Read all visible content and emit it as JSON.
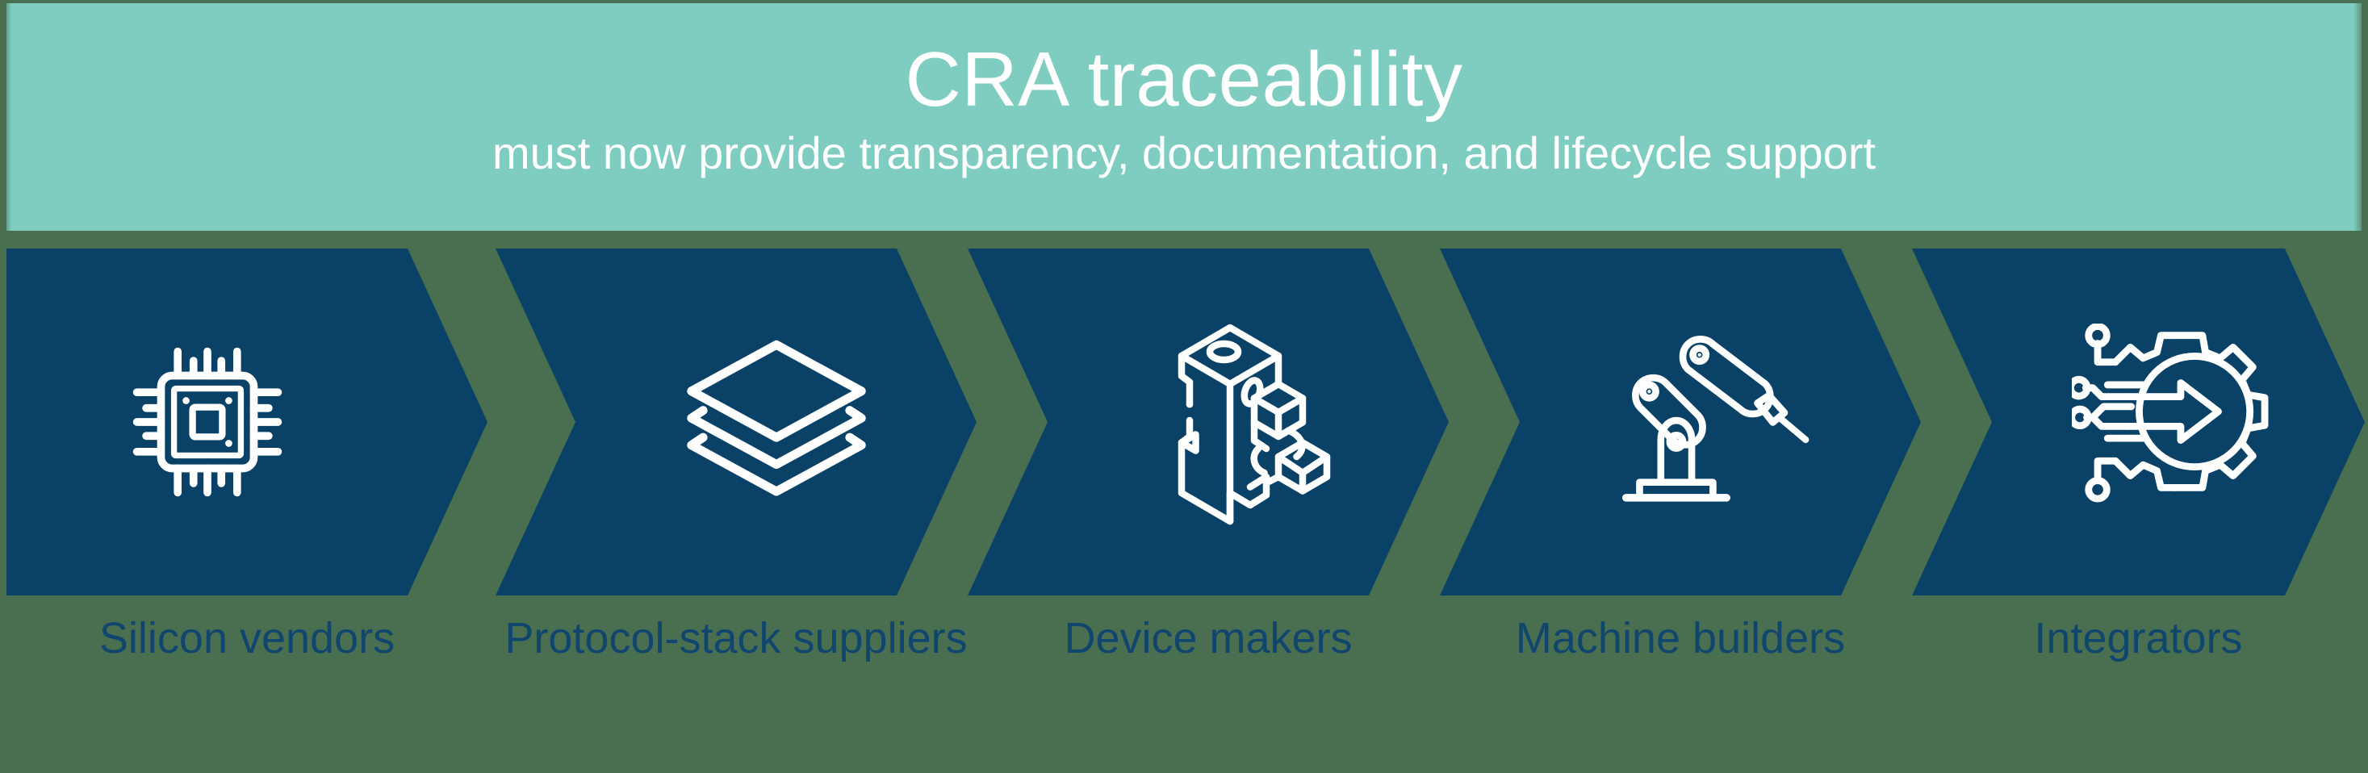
{
  "header": {
    "title": "CRA traceability",
    "subtitle": "must now provide transparency, documentation, and lifecycle support"
  },
  "colors": {
    "background_green": "#4a6f50",
    "banner_teal": "#7ecdc0",
    "chevron_navy": "#0a4166",
    "icon_white": "#ffffff",
    "label_navy": "#10456e"
  },
  "flow": {
    "stages": [
      {
        "label": "Silicon vendors",
        "icon": "microchip-icon"
      },
      {
        "label": "Protocol-stack suppliers",
        "icon": "layers-stack-icon"
      },
      {
        "label": "Device makers",
        "icon": "circuit-breaker-icon"
      },
      {
        "label": "Machine builders",
        "icon": "robot-arm-icon"
      },
      {
        "label": "Integrators",
        "icon": "gear-integration-icon"
      }
    ]
  }
}
